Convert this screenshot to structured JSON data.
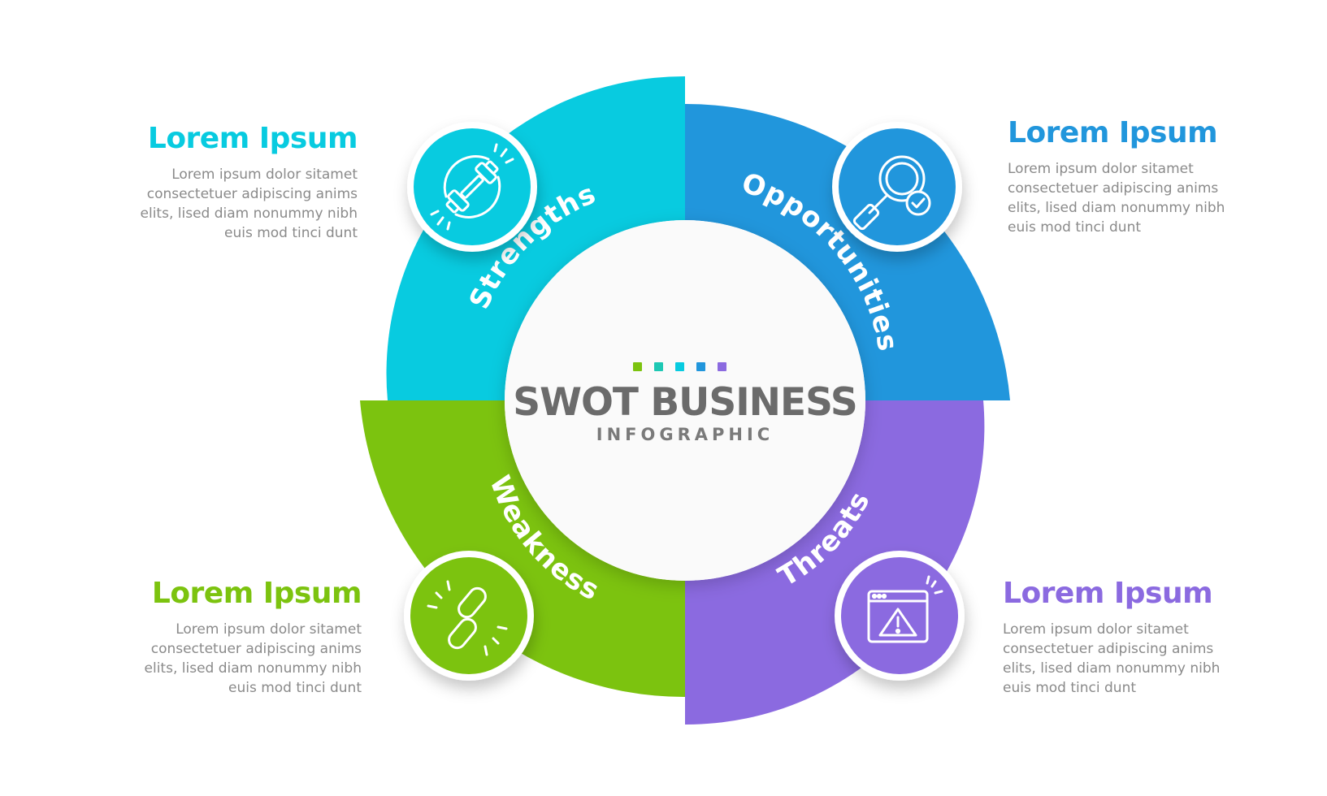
{
  "center": {
    "title": "SWOT BUSINESS",
    "subtitle": "INFOGRAPHIC",
    "dot_colors": [
      "#7cc30f",
      "#1ec8b4",
      "#08cbe0",
      "#2196dc",
      "#8b6ae0"
    ]
  },
  "quadrants": [
    {
      "key": "strengths",
      "label": "Strengths",
      "color": "#08cbe0",
      "icon": "dumbbell-icon",
      "heading": "Lorem Ipsum",
      "lines": [
        "Lorem ipsum dolor sitamet",
        "consectetuer adipiscing anims",
        "elits, lised diam nonummy nibh",
        "euis mod tinci dunt"
      ]
    },
    {
      "key": "opportunities",
      "label": "Opportunities",
      "color": "#2196dc",
      "icon": "magnifier-check-icon",
      "heading": "Lorem Ipsum",
      "lines": [
        "Lorem ipsum dolor sitamet",
        "consectetuer adipiscing anims",
        "elits, lised diam nonummy nibh",
        "euis mod tinci dunt"
      ]
    },
    {
      "key": "weakness",
      "label": "Weakness",
      "color": "#7cc30f",
      "icon": "broken-chain-icon",
      "heading": "Lorem Ipsum",
      "lines": [
        "Lorem ipsum dolor sitamet",
        "consectetuer adipiscing anims",
        "elits, lised diam nonummy nibh",
        "euis mod tinci dunt"
      ]
    },
    {
      "key": "threats",
      "label": "Threats",
      "color": "#8b6ae0",
      "icon": "browser-warning-icon",
      "heading": "Lorem Ipsum",
      "lines": [
        "Lorem ipsum dolor sitamet",
        "consectetuer adipiscing anims",
        "elits, lised diam nonummy nibh",
        "euis mod tinci dunt"
      ]
    }
  ]
}
